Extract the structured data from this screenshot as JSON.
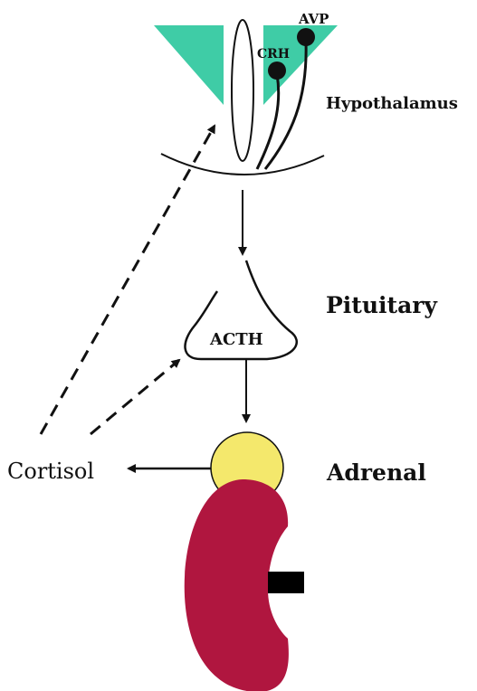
{
  "labels": {
    "avp": "AVP",
    "crh": "CRH",
    "hypothalamus": "Hypothalamus",
    "acth": "ACTH",
    "pituitary": "Pituitary",
    "adrenal": "Adrenal",
    "cortisol": "Cortisol"
  },
  "colors": {
    "hypothalamus_nuclei": "#3fcca6",
    "adrenal_cortex": "#f4e86c",
    "kidney": "#b0163f",
    "stroke": "#111111"
  }
}
